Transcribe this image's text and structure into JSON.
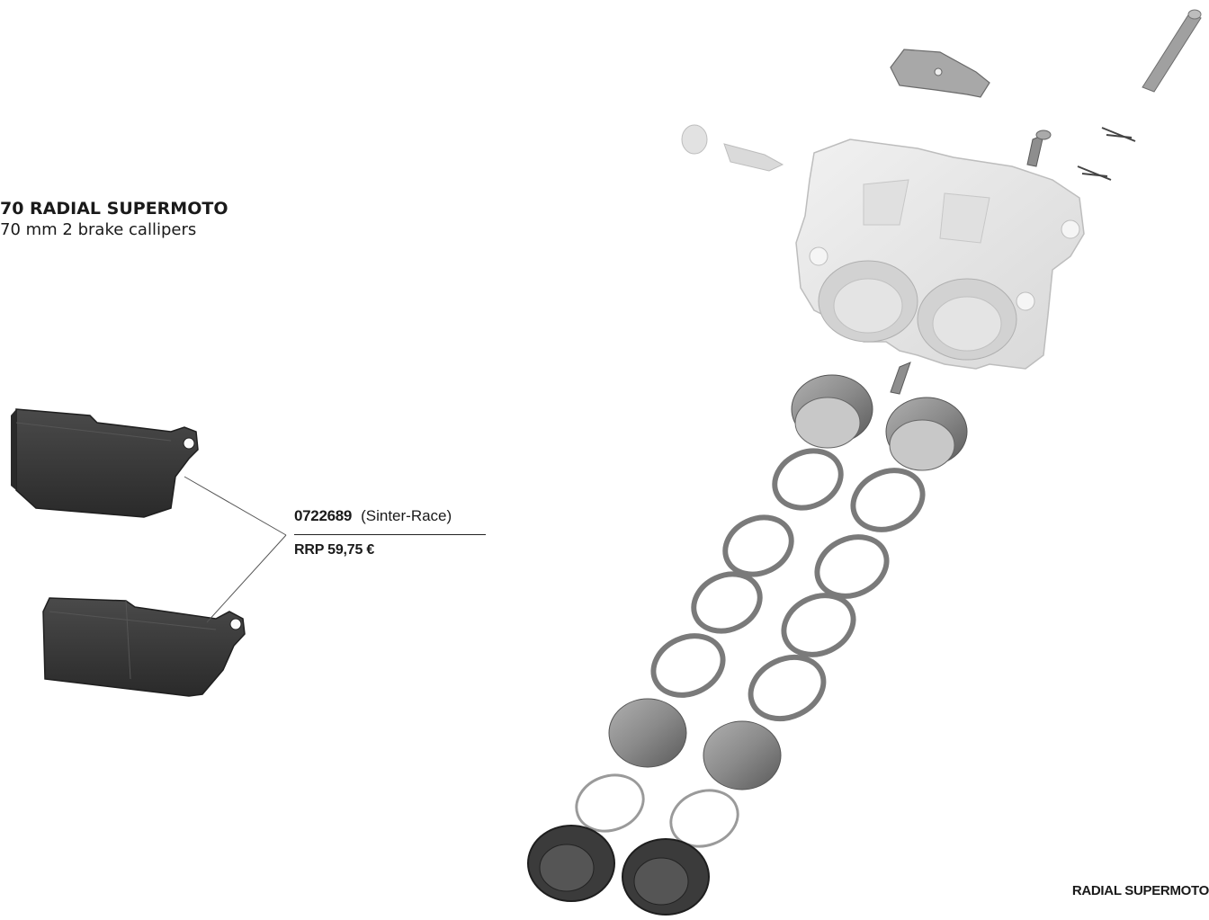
{
  "header": {
    "title": "70 RADIAL SUPERMOTO",
    "subtitle": "70 mm 2 brake callipers"
  },
  "part": {
    "number": "0722689",
    "variant": "(Sinter-Race)",
    "price": "RRP 59,75 €"
  },
  "footer": {
    "label": "RADIAL SUPERMOTO"
  },
  "colors": {
    "text": "#1a1a1a",
    "pad_dark": "#3a3a3a",
    "caliper_body": "#e8e8e8",
    "piston_gray": "#8d8d8d",
    "seal_outline": "#555555"
  },
  "icons": {
    "brake_pad": "brake-pad-icon",
    "caliper": "caliper-icon"
  }
}
